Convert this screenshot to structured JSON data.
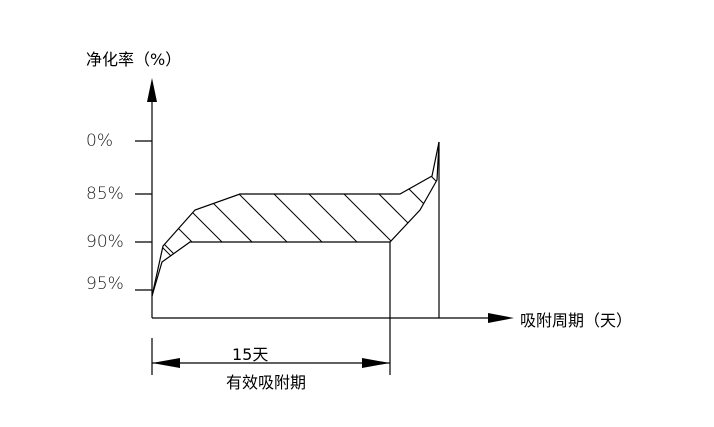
{
  "diagram": {
    "y_axis_title": "净化率（%）",
    "x_axis_title": "吸附周期（天）",
    "y_ticks": [
      {
        "label": "0%",
        "y": 141
      },
      {
        "label": "85%",
        "y": 194
      },
      {
        "label": "90%",
        "y": 242
      },
      {
        "label": "95%",
        "y": 290
      }
    ],
    "dimension": {
      "value_label": "15天",
      "caption": "有效吸附期"
    }
  }
}
